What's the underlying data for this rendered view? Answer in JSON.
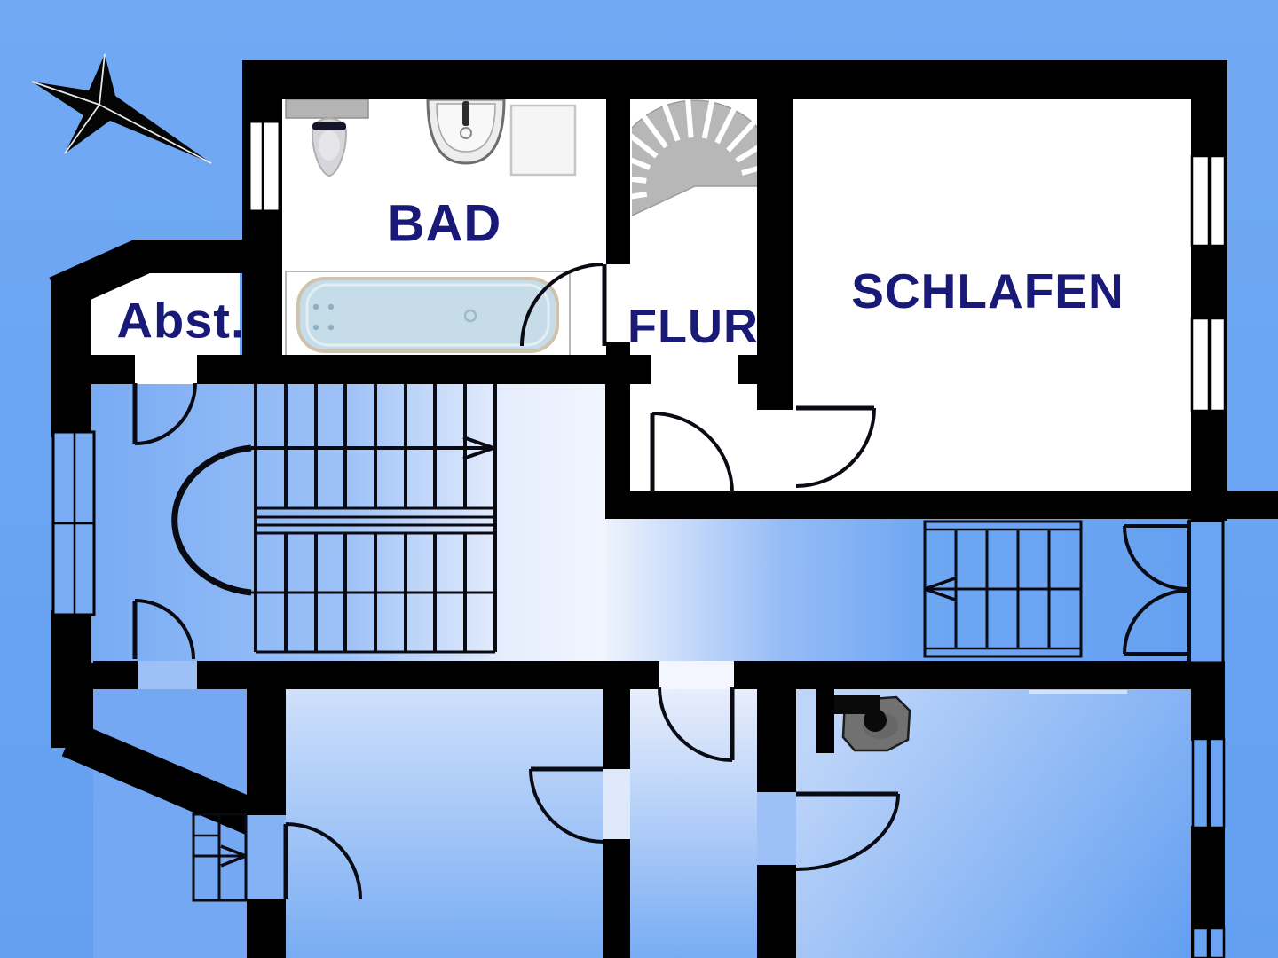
{
  "plan": {
    "type": "floor-plan",
    "rooms": {
      "bad": {
        "label": "BAD"
      },
      "abstellraum": {
        "label": "Abst."
      },
      "flur": {
        "label": "FLUR"
      },
      "schlafen": {
        "label": "SCHLAFEN"
      }
    },
    "icons": [
      "compass-rose-icon",
      "toilet-icon",
      "sink-icon",
      "shower-tray-icon",
      "shelf-icon",
      "bathtub-icon",
      "spiral-stairs-icon",
      "main-staircase-icon",
      "small-stairs-right-icon",
      "small-stairs-bottom-left-icon",
      "chimney-stove-icon",
      "door-swing-icon",
      "double-door-icon",
      "window-icon"
    ],
    "colors": {
      "background": "#6aa4f2",
      "walls": "#000000",
      "room_fill": "#ffffff",
      "label_text": "#191977",
      "stair_tread_gray": "#b7b7b7",
      "bathtub_water": "#c6dde9",
      "bathtub_rim": "#cfc3ae",
      "chimney_gray": "#717171"
    }
  }
}
